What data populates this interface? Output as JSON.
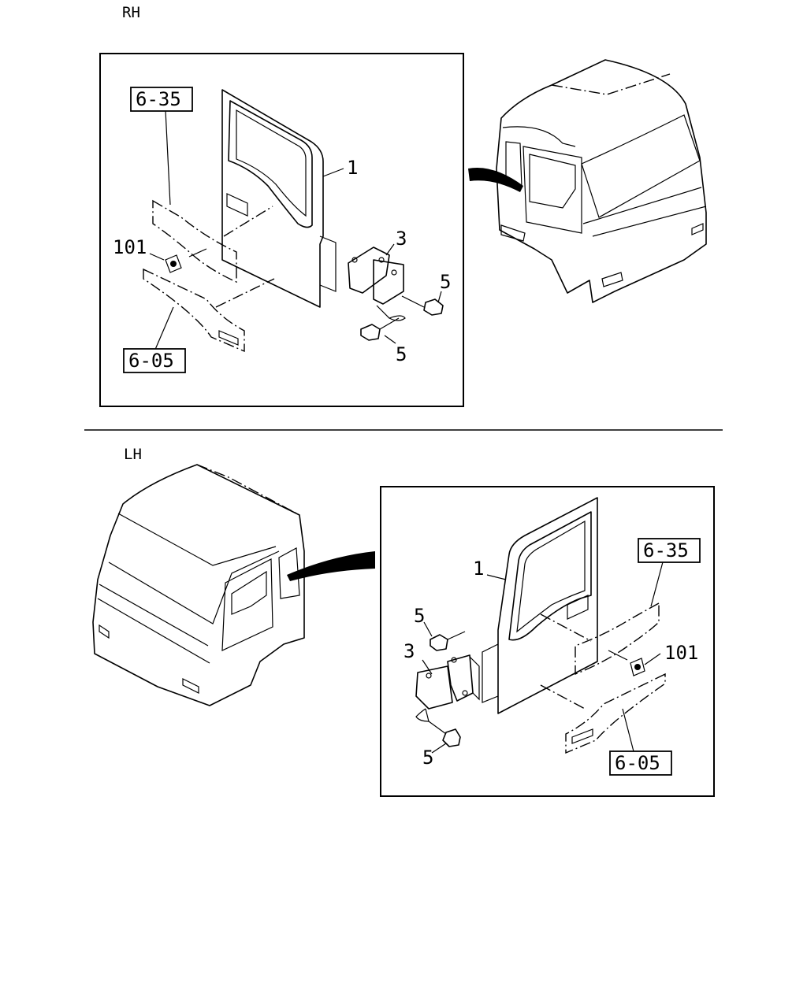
{
  "sections": {
    "rh": {
      "heading": "RH",
      "callouts": {
        "door": "1",
        "hinge": "3",
        "bolt_upper": "5",
        "bolt_lower": "5",
        "seal": "101",
        "ref_upper": "6-35",
        "ref_lower": "6-05"
      }
    },
    "lh": {
      "heading": "LH",
      "callouts": {
        "door": "1",
        "hinge": "3",
        "bolt_upper": "5",
        "bolt_lower": "5",
        "seal": "101",
        "ref_upper": "6-35",
        "ref_lower": "6-05"
      }
    }
  }
}
